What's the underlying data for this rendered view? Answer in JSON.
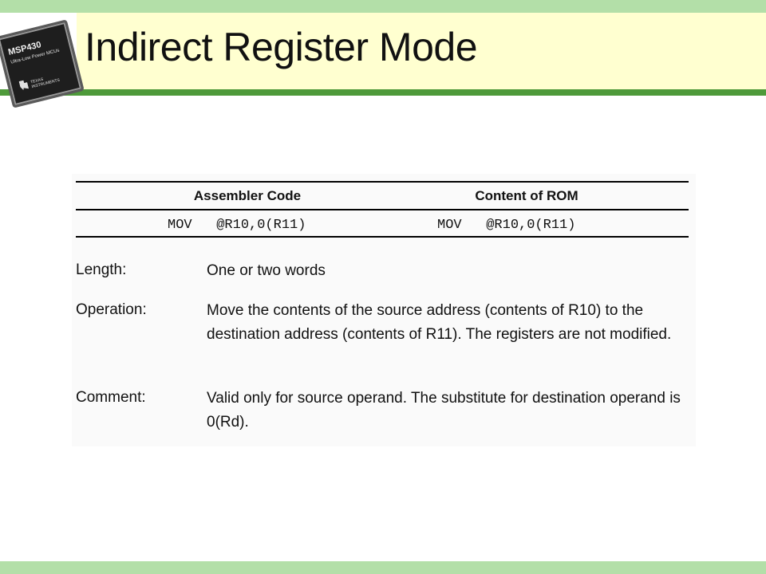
{
  "header": {
    "title": "Indirect Register Mode",
    "logo": {
      "chip_label": "MSP430",
      "chip_subtitle": "Ultra-Low Power MCUs",
      "maker_line1": "TEXAS",
      "maker_line2": "INSTRUMENTS"
    }
  },
  "table": {
    "headers": [
      "Assembler Code",
      "Content of ROM"
    ],
    "rows": [
      [
        "MOV   @R10,0(R11)",
        "MOV   @R10,0(R11)"
      ]
    ]
  },
  "details": [
    {
      "label": "Length:",
      "text": "One or two words"
    },
    {
      "label": "Operation:",
      "text": "Move the contents of the source address (contents of R10) to the destination address (contents of R11). The registers are not modified."
    },
    {
      "label": "Comment:",
      "text": "Valid only for source operand. The substitute for destination operand is 0(Rd)."
    }
  ]
}
